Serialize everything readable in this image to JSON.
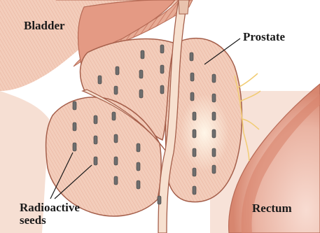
{
  "labels": {
    "bladder": "Bladder",
    "prostate": "Prostate",
    "radioactive": "Radioactive",
    "seeds": "seeds",
    "rectum": "Rectum"
  },
  "colors": {
    "tissue": "#f2c8b4",
    "tissue_dark": "#d98f7a",
    "muscle": "#e4a08a",
    "muscle_stripe": "#c9735d",
    "rectum": "#e8a291",
    "rectum_inner": "#f7d8cd",
    "urethra": "#f6d9c8",
    "nerve": "#f3d07a",
    "seed": "#6f6f6f",
    "outline": "#8a4a3a"
  },
  "icons": {
    "seed": "radioactive-seed-icon",
    "urethra": "urethra-tube-icon",
    "nerve": "nerve-branch-icon"
  }
}
